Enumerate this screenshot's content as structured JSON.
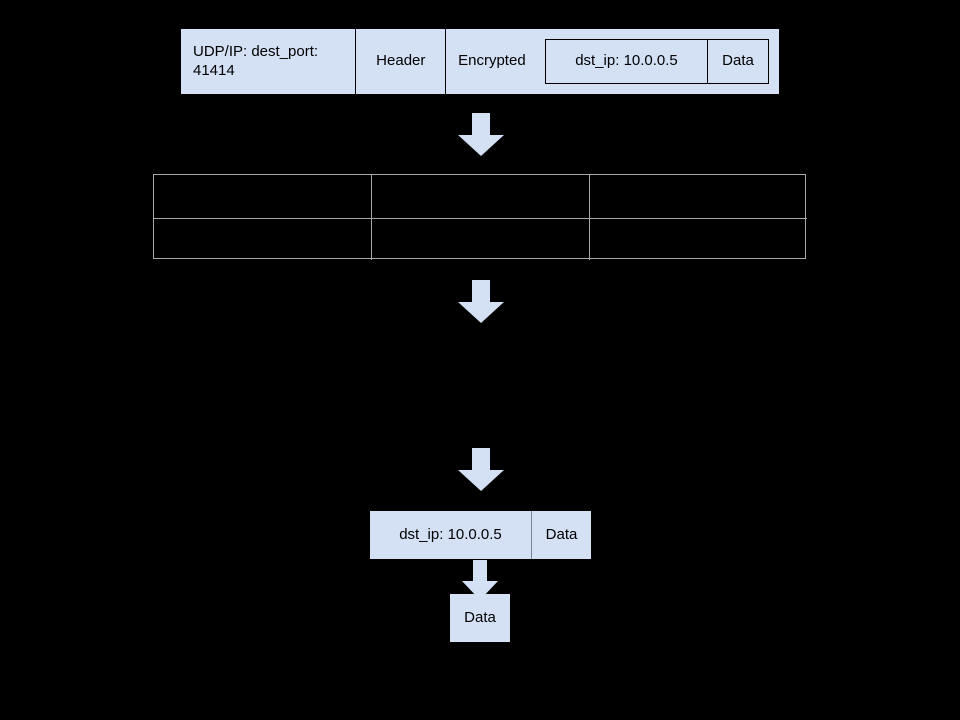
{
  "diagram": {
    "title": "packet-encapsulation-flow",
    "colors": {
      "background": "#000000",
      "packet_fill": "#d4e1f5",
      "packet_stroke": "#000000",
      "arrow_fill": "#d4e1f5",
      "table_stroke": "#a8a8a8"
    }
  },
  "outer_packet": {
    "fields": [
      {
        "label": "UDP/IP: dest_port:\n41414"
      },
      {
        "label": "Header"
      },
      {
        "label": "Encrypted"
      }
    ],
    "nested_packet": {
      "fields": [
        {
          "label": "dst_ip: 10.0.0.5"
        },
        {
          "label": "Data"
        }
      ]
    }
  },
  "table": {
    "rows": 2,
    "columns": 3,
    "cells": [
      [
        "",
        "",
        ""
      ],
      [
        "",
        "",
        ""
      ]
    ]
  },
  "inner_packet": {
    "fields": [
      {
        "label": "dst_ip: 10.0.0.5"
      },
      {
        "label": "Data"
      }
    ]
  },
  "payload_packet": {
    "fields": [
      {
        "label": "Data"
      }
    ]
  },
  "arrows": [
    {
      "name": "arrow-outer-to-table",
      "direction": "down"
    },
    {
      "name": "arrow-table-to-gap",
      "direction": "down"
    },
    {
      "name": "arrow-gap-to-inner",
      "direction": "down"
    },
    {
      "name": "arrow-inner-to-payload",
      "direction": "down"
    }
  ]
}
